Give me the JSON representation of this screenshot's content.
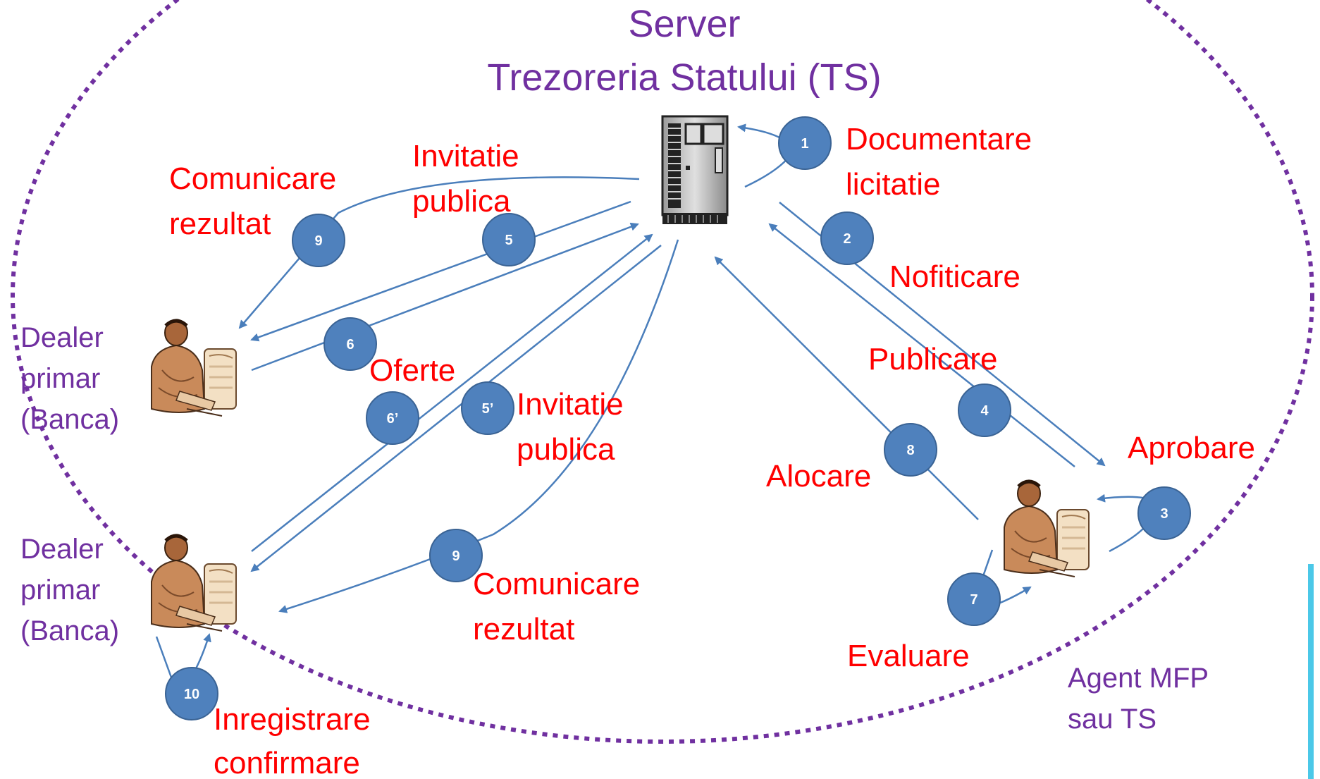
{
  "server": {
    "title_line1": "Server",
    "title_line2": "Trezoreria Statului (TS)"
  },
  "actors": {
    "dealer_top": [
      "Dealer",
      "primar",
      "(Banca)"
    ],
    "dealer_bottom": [
      "Dealer",
      "primar",
      "(Banca)"
    ],
    "agent": [
      "Agent MFP",
      "sau TS"
    ]
  },
  "steps": {
    "s1": "1",
    "s2": "2",
    "s3": "3",
    "s4": "4",
    "s5": "5",
    "s5p": "5’",
    "s6": "6",
    "s6p": "6’",
    "s7": "7",
    "s8": "8",
    "s9a": "9",
    "s9b": "9",
    "s10": "10"
  },
  "labels": {
    "documentare": [
      "Documentare",
      "licitatie"
    ],
    "notificare": "Nofiticare",
    "publicare": "Publicare",
    "aprobare": "Aprobare",
    "alocare": "Alocare",
    "evaluare": "Evaluare",
    "invitatie_top": [
      "Invitatie",
      "publica"
    ],
    "comunicare_top": [
      "Comunicare",
      "rezultat"
    ],
    "oferte": "Oferte",
    "invitatie_mid": [
      "Invitatie",
      "publica"
    ],
    "comunicare_bottom": [
      "Comunicare",
      "rezultat"
    ],
    "inregistrare": [
      "Inregistrare",
      "confirmare"
    ]
  },
  "colors": {
    "accent_purple": "#7030a0",
    "label_red": "#ff0000",
    "badge_blue": "#4f81bd",
    "arrow_blue": "#4a7ebb",
    "side_bar": "#4bc8e8"
  }
}
